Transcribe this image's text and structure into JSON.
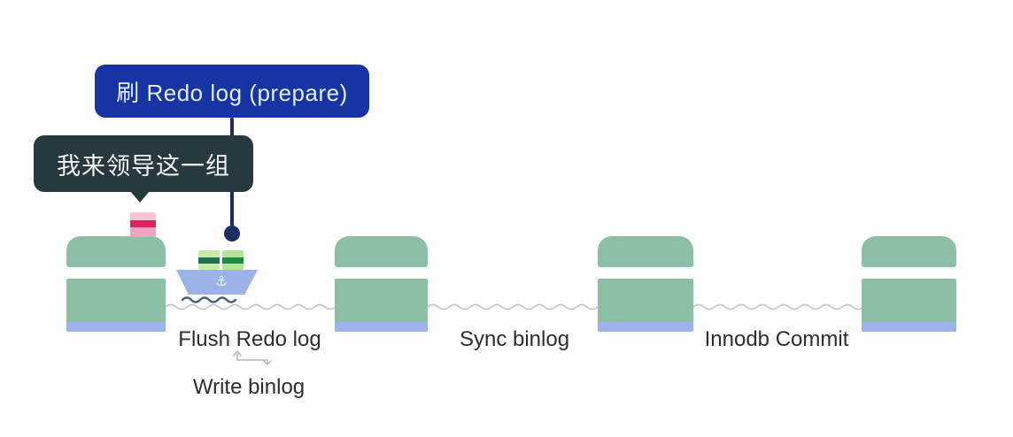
{
  "callouts": {
    "prepare": {
      "text": "刷 Redo log (prepare)",
      "bg": "#1634a2"
    },
    "leader": {
      "text": "我来领导这一组",
      "bg": "#27393e"
    }
  },
  "stage_labels": {
    "flush_redo_log": "Flush Redo log",
    "write_binlog": "Write binlog",
    "sync_binlog": "Sync binlog",
    "innodb_commit": "Innodb Commit"
  },
  "icons": {
    "anchor_icon": "⚓"
  },
  "colors": {
    "pillar_green": "#8cbfa5",
    "pillar_base_blue": "#9db4ea",
    "boat_hull_blue": "#9cb3e8",
    "cargo_green_light": "#c6ecaa",
    "cargo_green": "#b4e595",
    "cargo_stripe_teal": "#24704f",
    "cargo_stripe_green": "#1f8a41",
    "pink_box": "#f1a3c1",
    "pink_stripe": "#d9255f",
    "callout_navy": "#1634a2",
    "callout_dark": "#27393e",
    "connector_navy": "#1d2c61",
    "water_gray": "#c7c7c7",
    "boat_wake": "#4d5c77",
    "label_text": "#2e2e2e",
    "background": "#fdfdfd"
  }
}
